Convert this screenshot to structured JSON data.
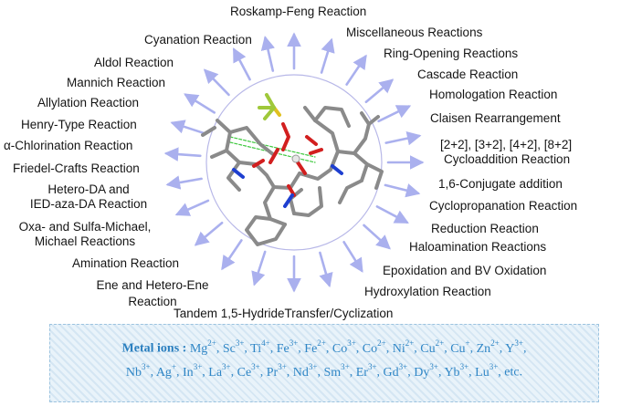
{
  "labels": {
    "roskamp": "Roskamp-Feng Reaction",
    "misc": "Miscellaneous Reactions",
    "cyanation": "Cyanation Reaction",
    "ring_opening": "Ring-Opening Reactions",
    "aldol": "Aldol Reaction",
    "cascade": "Cascade Reaction",
    "mannich": "Mannich Reaction",
    "homologation": "Homologation Reaction",
    "allylation": "Allylation Reaction",
    "claisen": "Claisen Rearrangement",
    "henry": "Henry-Type Reaction",
    "cycloaddition_1": "[2+2], [3+2], [4+2], [8+2]",
    "cycloaddition_2": "Cycloaddition Reaction",
    "chlorination": "α-Chlorination Reaction",
    "friedel": "Friedel-Crafts Reaction",
    "conjugate": "1,6-Conjugate addition",
    "hetero_da_1": "Hetero-DA and",
    "hetero_da_2": "IED-aza-DA Reaction",
    "cyclopropanation": "Cyclopropanation Reaction",
    "oxa_1": "Oxa- and Sulfa-Michael,",
    "oxa_2": "Michael Reactions",
    "reduction": "Reduction Reaction",
    "haloamination": "Haloamination Reactions",
    "amination": "Amination Reaction",
    "epoxidation": "Epoxidation and BV Oxidation",
    "ene_1": "Ene and Hetero-Ene",
    "ene_2": "Reaction",
    "hydroxylation": "Hydroxylation Reaction",
    "tandem": "Tandem 1,5-HydrideTransfer/Cyclization"
  },
  "metal_ions": {
    "heading": "Metal ions :",
    "line1": [
      {
        "el": "Mg",
        "ch": "2+"
      },
      {
        "el": "Sc",
        "ch": "3+"
      },
      {
        "el": "Ti",
        "ch": "4+"
      },
      {
        "el": "Fe",
        "ch": "3+"
      },
      {
        "el": "Fe",
        "ch": "2+"
      },
      {
        "el": "Co",
        "ch": "3+"
      },
      {
        "el": "Co",
        "ch": "2+"
      },
      {
        "el": "Ni",
        "ch": "2+"
      },
      {
        "el": "Cu",
        "ch": "2+"
      },
      {
        "el": "Cu",
        "ch": "+"
      },
      {
        "el": "Zn",
        "ch": "2+"
      },
      {
        "el": "Y",
        "ch": "3+"
      }
    ],
    "line2": [
      {
        "el": "Nb",
        "ch": "3+"
      },
      {
        "el": "Ag",
        "ch": "+"
      },
      {
        "el": "In",
        "ch": "3+"
      },
      {
        "el": "La",
        "ch": "3+"
      },
      {
        "el": "Ce",
        "ch": "3+"
      },
      {
        "el": "Pr",
        "ch": "3+"
      },
      {
        "el": "Nd",
        "ch": "3+"
      },
      {
        "el": "Sm",
        "ch": "3+"
      },
      {
        "el": "Er",
        "ch": "3+"
      },
      {
        "el": "Gd",
        "ch": "3+"
      },
      {
        "el": "Dy",
        "ch": "3+"
      },
      {
        "el": "Yb",
        "ch": "3+"
      },
      {
        "el": "Lu",
        "ch": "3+"
      }
    ],
    "etc": "etc."
  },
  "colors": {
    "arrow": "#aab0ee",
    "circle": "#b8b8e8",
    "metal_text": "#2f86c6",
    "bond_gray": "#8a8a8a",
    "oxygen_red": "#d21f1f",
    "nitrogen_blue": "#1e3fd0",
    "fluorine_green": "#9fc83a",
    "sulfur_yellow": "#e0c020"
  }
}
